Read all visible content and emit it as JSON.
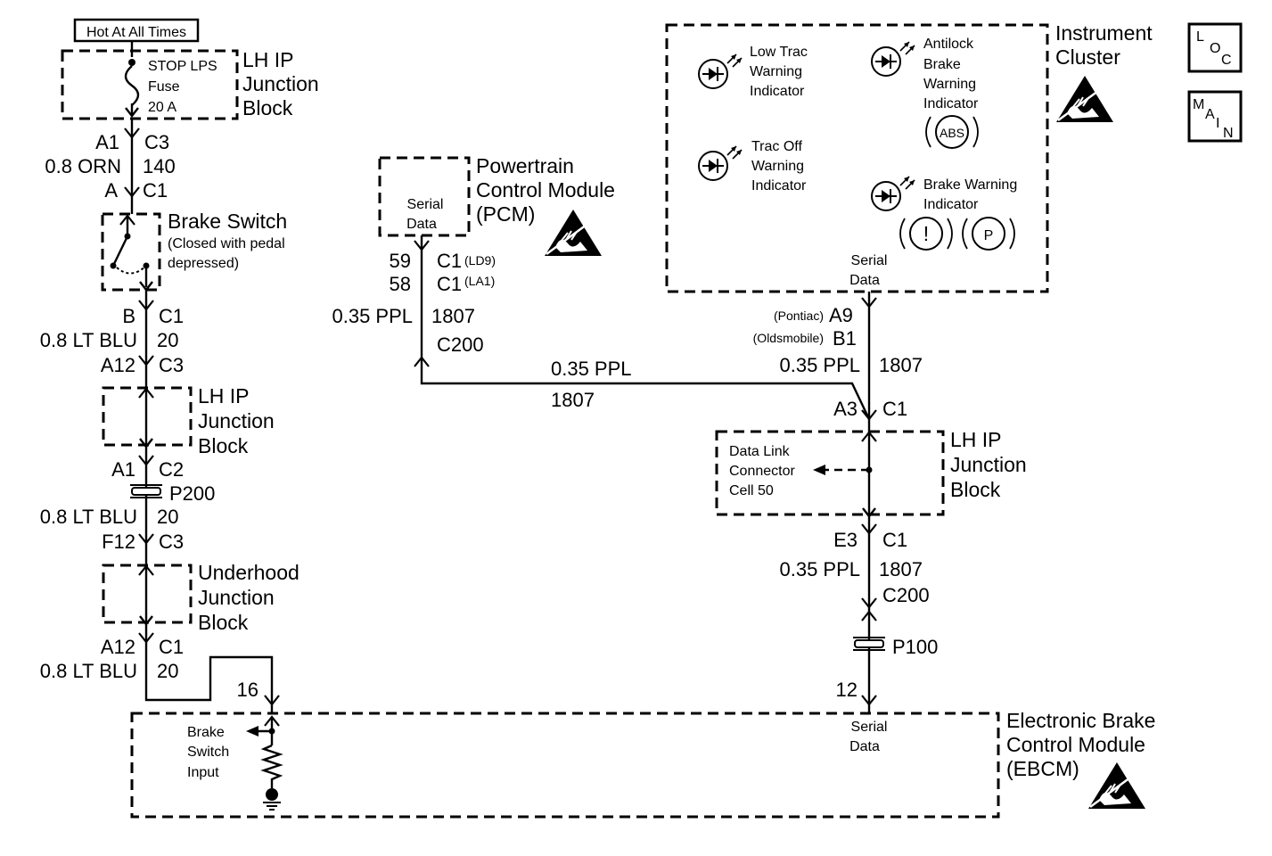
{
  "hot_label": "Hot At All Times",
  "lh_ip_jb_top": {
    "line1": "LH IP",
    "line2": "Junction",
    "line3": "Block"
  },
  "fuse": {
    "line1": "STOP LPS",
    "line2": "Fuse",
    "line3": "20 A"
  },
  "wire_top": {
    "pin_a": "A1",
    "conn_a": "C3",
    "size": "0.8 ORN",
    "circuit": "140",
    "pin_b": "A",
    "conn_b": "C1"
  },
  "brake_switch": {
    "title": "Brake Switch",
    "note1": "(Closed with pedal",
    "note2": "depressed)"
  },
  "wire_2": {
    "pin_a": "B",
    "conn_a": "C1",
    "size": "0.8 LT BLU",
    "circuit": "20",
    "pin_b": "A12",
    "conn_b": "C3"
  },
  "lh_ip_jb_mid": {
    "line1": "LH IP",
    "line2": "Junction",
    "line3": "Block"
  },
  "wire_3": {
    "pin_a": "A1",
    "conn_a": "C2",
    "splice": "P200",
    "size": "0.8 LT BLU",
    "circuit": "20",
    "pin_b": "F12",
    "conn_b": "C3"
  },
  "underhood_jb": {
    "line1": "Underhood",
    "line2": "Junction",
    "line3": "Block"
  },
  "wire_4": {
    "pin_a": "A12",
    "conn_a": "C1",
    "size": "0.8 LT BLU",
    "circuit": "20",
    "pin_ebcm": "16"
  },
  "pcm": {
    "title1": "Powertrain",
    "title2": "Control Module",
    "title3": "(PCM)",
    "box1": "Serial",
    "box2": "Data",
    "pin_ld9": "59",
    "conn_ld9": "C1",
    "opt_ld9": "(LD9)",
    "pin_la1": "58",
    "conn_la1": "C1",
    "opt_la1": "(LA1)",
    "size": "0.35 PPL",
    "circuit": "1807",
    "inline": "C200"
  },
  "pcm_to_dlc": {
    "size": "0.35 PPL",
    "circuit": "1807"
  },
  "instrument_cluster": {
    "title1": "Instrument",
    "title2": "Cluster",
    "low_trac": [
      "Low Trac",
      "Warning",
      "Indicator"
    ],
    "trac_off": [
      "Trac Off",
      "Warning",
      "Indicator"
    ],
    "abs": [
      "Antilock",
      "Brake",
      "Warning",
      "Indicator"
    ],
    "abs_symbol": "ABS",
    "brake": [
      "Brake Warning",
      "Indicator"
    ],
    "brake_symbol_1": "!",
    "brake_symbol_2": "P",
    "serial1": "Serial",
    "serial2": "Data"
  },
  "cluster_wire": {
    "var1": "(Pontiac)",
    "pin1": "A9",
    "var2": "(Oldsmobile)",
    "pin2": "B1",
    "size": "0.35 PPL",
    "circuit": "1807"
  },
  "lh_ip_jb_right": {
    "pin": "A3",
    "conn": "C1",
    "line1": "LH IP",
    "line2": "Junction",
    "line3": "Block",
    "dlc1": "Data Link",
    "dlc2": "Connector",
    "dlc3": "Cell 50"
  },
  "wire_right_low": {
    "pin": "E3",
    "conn": "C1",
    "size": "0.35 PPL",
    "circuit": "1807",
    "inline": "C200",
    "splice": "P100",
    "pin_ebcm": "12"
  },
  "ebcm": {
    "title1": "Electronic Brake",
    "title2": "Control Module",
    "title3": "(EBCM)",
    "in1": "Brake",
    "in2": "Switch",
    "in3": "Input",
    "serial1": "Serial",
    "serial2": "Data"
  },
  "legend_loc": {
    "l": "L",
    "o": "O",
    "c": "C"
  },
  "legend_main": {
    "m": "M",
    "a": "A",
    "i": "I",
    "n": "N"
  }
}
